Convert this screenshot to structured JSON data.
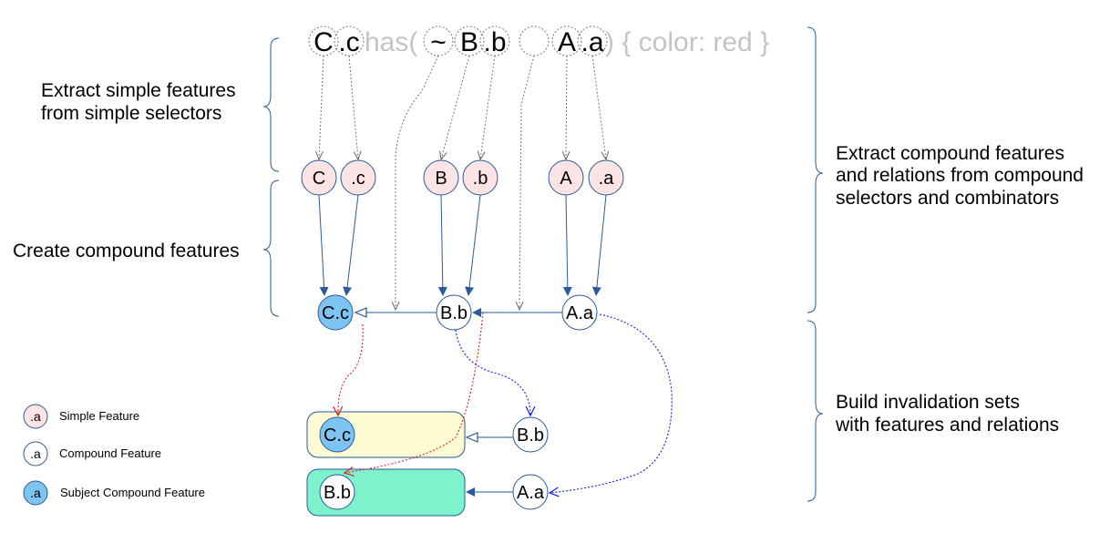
{
  "selector": {
    "tokens": [
      "C",
      ".c",
      "has(",
      "~",
      "B",
      ".b",
      "A",
      ".a",
      ") {  color:  red  }"
    ]
  },
  "labels": {
    "extract_simple": [
      "Extract simple features",
      "from simple selectors"
    ],
    "create_compound": "Create compound features",
    "extract_compound": [
      "Extract compound features",
      "and relations from compound",
      "selectors and combinators"
    ],
    "build_sets": [
      "Build invalidation sets",
      "with features and relations"
    ]
  },
  "simple_features": [
    "C",
    ".c",
    "B",
    ".b",
    "A",
    ".a"
  ],
  "compound_features": {
    "subject": "C.c",
    "middle": "B.b",
    "right": "A.a"
  },
  "invalidation_sets": [
    {
      "inner": "C.c",
      "source": "B.b"
    },
    {
      "inner": "B.b",
      "source": "A.a"
    }
  ],
  "legend": [
    {
      "symbol": ".a",
      "text": "Simple Feature"
    },
    {
      "symbol": ".a",
      "text": "Compound Feature"
    },
    {
      "symbol": ".a",
      "text": "Subject Compound Feature"
    }
  ],
  "colors": {
    "simple_fill": "#fce4e4",
    "subject_fill": "#7ec4f2",
    "compound_fill": "#ffffff",
    "set1_fill": "#fdfbd3",
    "set2_fill": "#7ef2cd",
    "arrow_blue": "#2a5a9a",
    "dotted_red": "#e02020",
    "dotted_blue": "#1a1aff",
    "dotted_gray": "#777777",
    "faded_text": "#c4c4c4"
  }
}
